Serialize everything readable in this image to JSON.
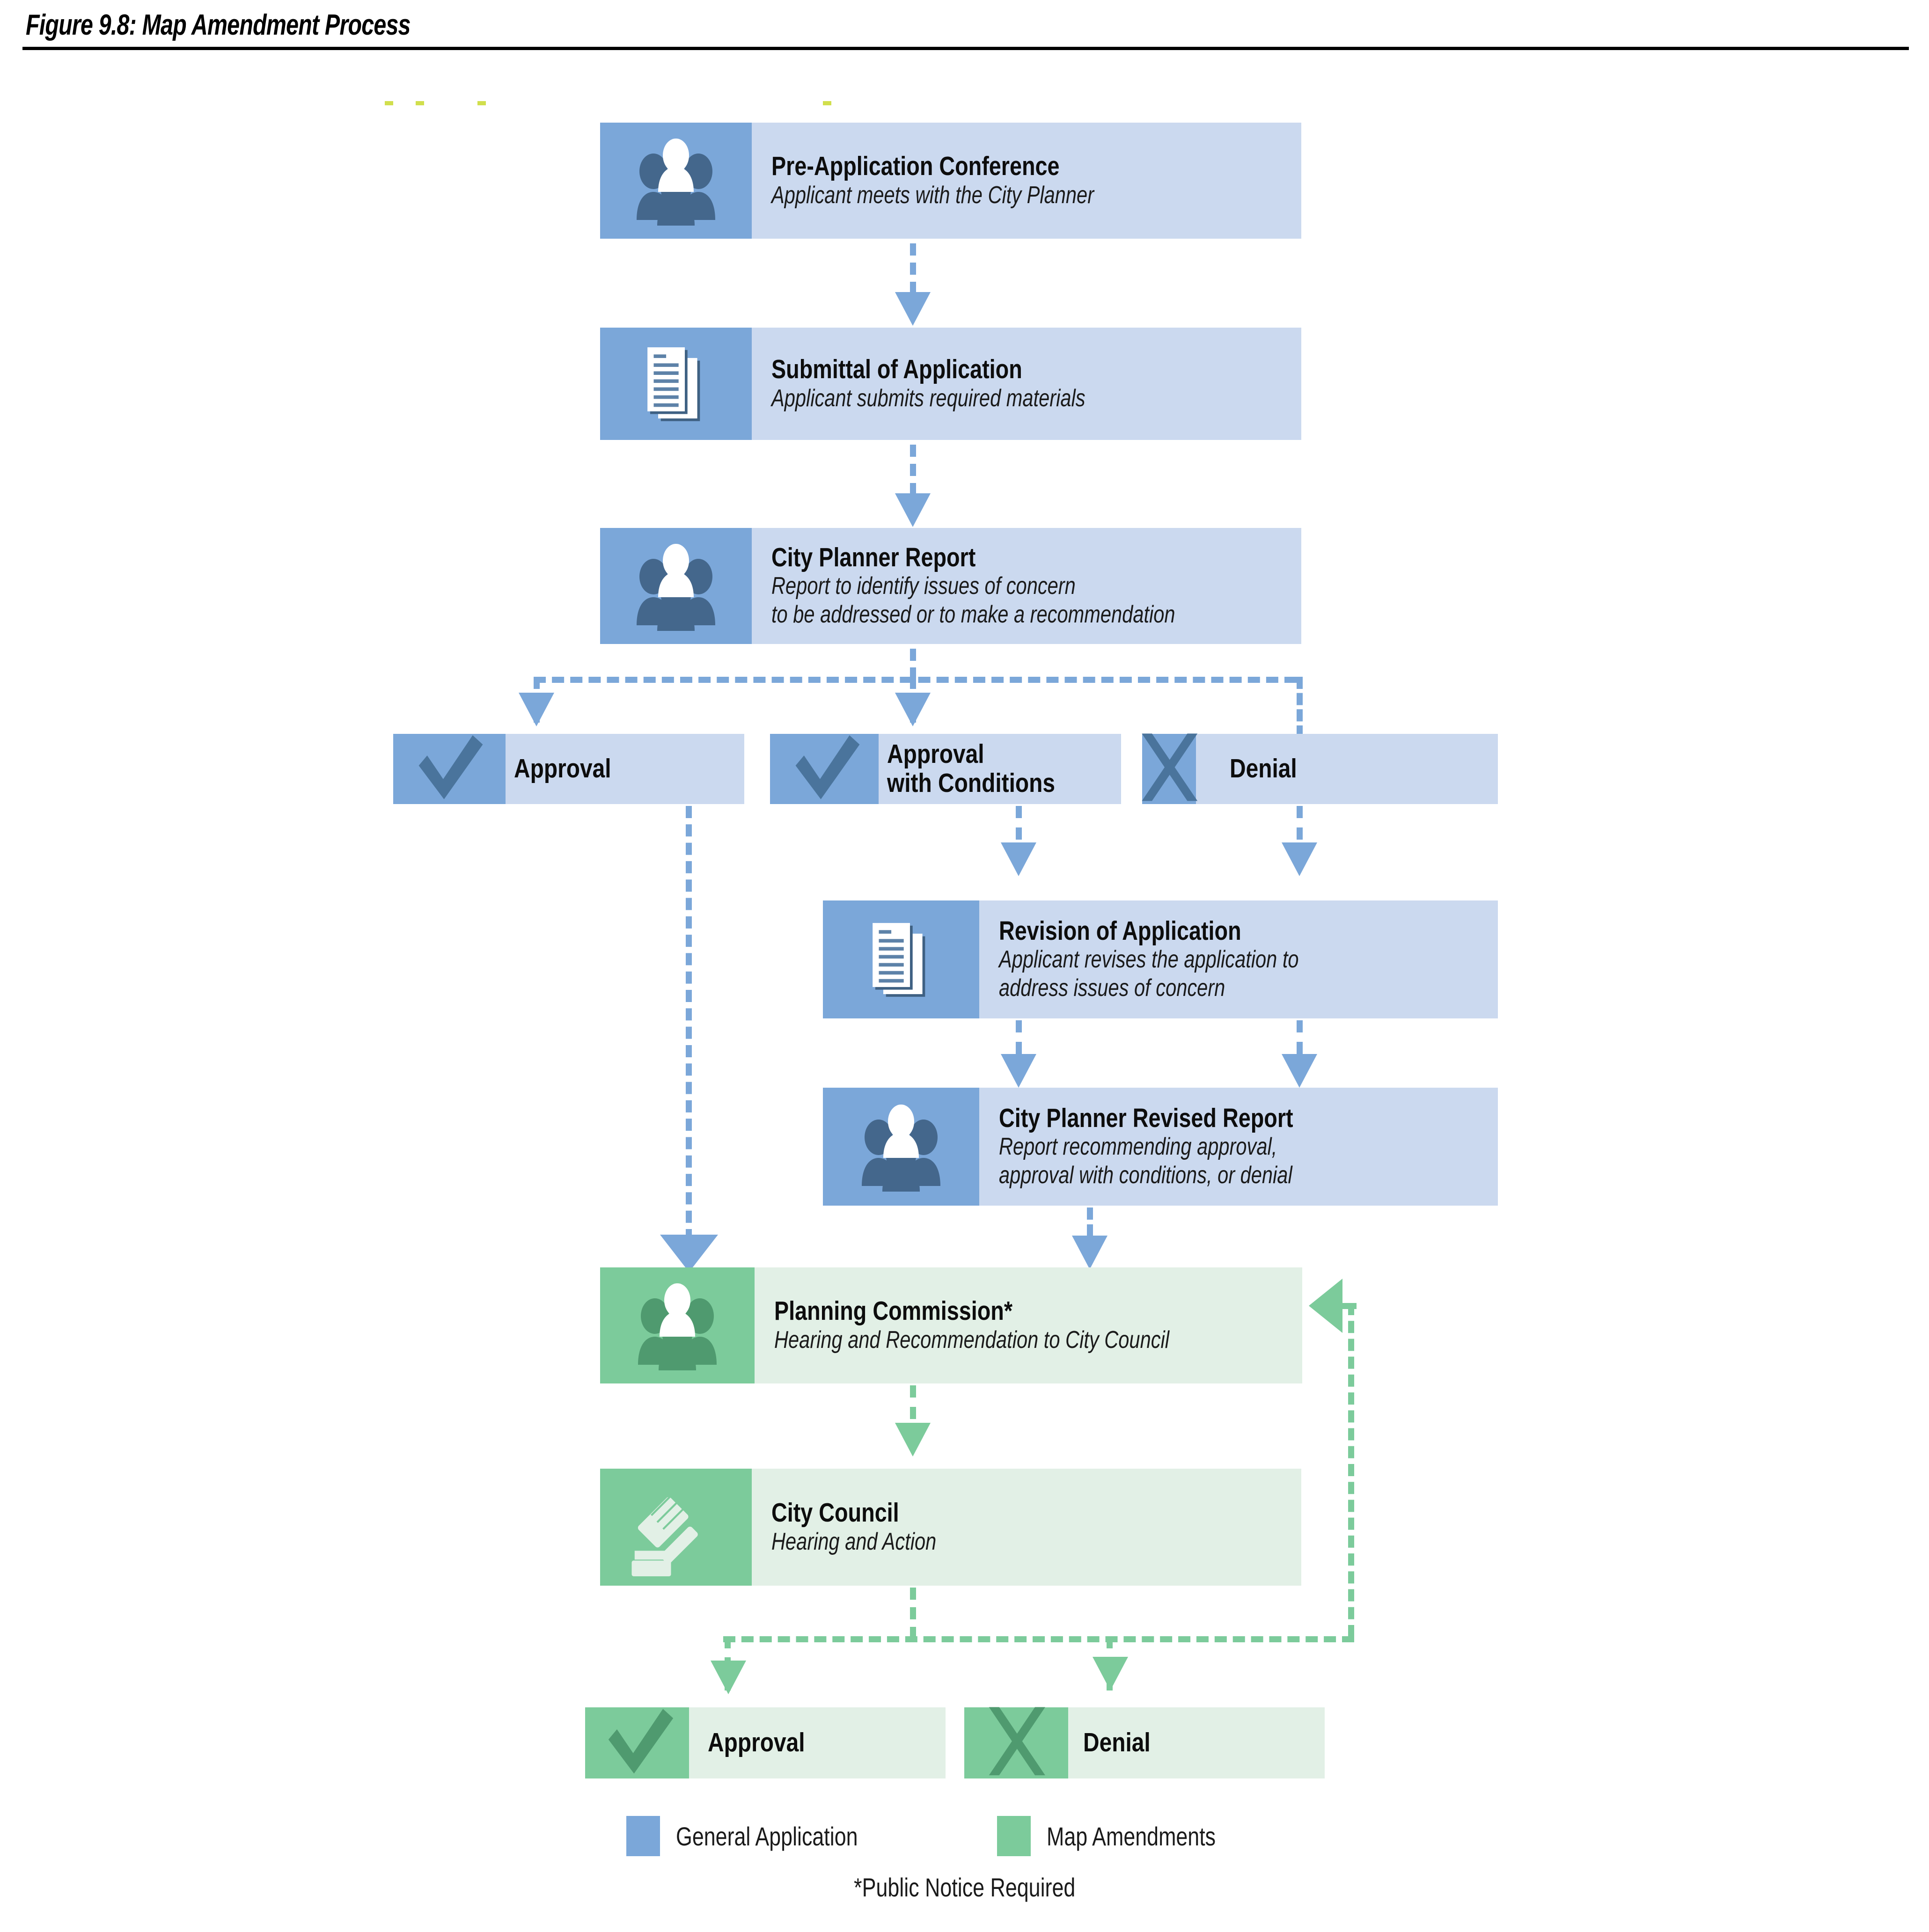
{
  "figure": {
    "title": "Figure 9.8: Map Amendment Process"
  },
  "colors": {
    "general_application_accent": "#7ba7d9",
    "general_application_panel": "#cbd9ef",
    "general_application_icon": "#44678c",
    "map_amendment_accent": "#7ccb9b",
    "map_amendment_panel": "#e2f0e6",
    "map_amendment_icon": "#4f9a6f",
    "text": "#0d0d0d"
  },
  "nodes": {
    "pre_application_conference": {
      "title": "Pre-Application Conference",
      "subtitle_lines": [
        "Applicant meets with the City Planner"
      ],
      "icon": "people-icon",
      "track": "General Application"
    },
    "submittal_of_application": {
      "title": "Submittal of Application",
      "subtitle_lines": [
        "Applicant submits required materials"
      ],
      "icon": "documents-icon",
      "track": "General Application"
    },
    "city_planner_report": {
      "title": "City Planner Report",
      "subtitle_lines": [
        "Report to identify issues of concern",
        "to be addressed or to make a recommendation"
      ],
      "icon": "people-icon",
      "track": "General Application"
    },
    "approval_1": {
      "label_lines": [
        "Approval"
      ],
      "icon": "check-icon",
      "track": "General Application"
    },
    "approval_with_conditions": {
      "label_lines": [
        "Approval",
        "with Conditions"
      ],
      "icon": "check-icon",
      "track": "General Application"
    },
    "denial_1": {
      "label_lines": [
        "Denial"
      ],
      "icon": "x-icon",
      "track": "General Application"
    },
    "revision_of_application": {
      "title": "Revision of Application",
      "subtitle_lines": [
        "Applicant revises the application to",
        "address issues of concern"
      ],
      "icon": "documents-icon",
      "track": "General Application"
    },
    "city_planner_revised_report": {
      "title": "City Planner Revised Report",
      "subtitle_lines": [
        "Report recommending approval,",
        "approval with conditions, or denial"
      ],
      "icon": "people-icon",
      "track": "General Application"
    },
    "planning_commission": {
      "title": "Planning Commission*",
      "subtitle_lines": [
        "Hearing and Recommendation to City Council"
      ],
      "icon": "people-icon",
      "track": "Map Amendments"
    },
    "city_council": {
      "title": "City Council",
      "subtitle_lines": [
        "Hearing and Action"
      ],
      "icon": "gavel-icon",
      "track": "Map Amendments"
    },
    "approval_2": {
      "label_lines": [
        "Approval"
      ],
      "icon": "check-icon",
      "track": "Map Amendments"
    },
    "denial_2": {
      "label_lines": [
        "Denial"
      ],
      "icon": "x-icon",
      "track": "Map Amendments"
    }
  },
  "legend": {
    "items": [
      {
        "label": "General Application",
        "color": "#7ba7d9"
      },
      {
        "label": "Map Amendments",
        "color": "#7ccb9b"
      }
    ],
    "footnote": "*Public Notice Required"
  }
}
